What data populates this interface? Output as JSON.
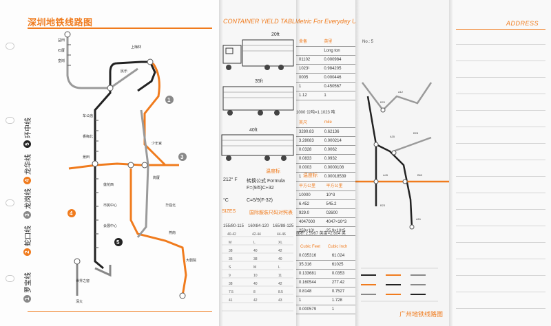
{
  "pages": {
    "metro_map": {
      "title": "深圳地铁线路图",
      "legend": [
        {
          "number": "1",
          "name": "罗宝线",
          "color": "#888888"
        },
        {
          "number": "2",
          "name": "蛇口线",
          "color": "#f07b1d"
        },
        {
          "number": "3",
          "name": "龙岗线",
          "color": "#888888"
        },
        {
          "number": "4",
          "name": "龙华线",
          "color": "#f07b1d"
        },
        {
          "number": "5",
          "name": "环中线",
          "color": "#222222"
        }
      ]
    },
    "container": {
      "title": "CONTAINER YIELD TABLE",
      "sizes": [
        "20ft",
        "35ft",
        "40ft"
      ],
      "temp_title": "温度标",
      "temp_formula_label": "转换公式 Formula",
      "temp_f": "212° F",
      "temp_c": "°C",
      "formula_1": "F=(9/5)C+32",
      "formula_2": "C=5/9(F-32)",
      "sizes_heading": "SIZES",
      "sizes_subtitle": "国际服装尺码对照表",
      "size_cols": [
        "155/80-115",
        "160/84-120",
        "165/88-125"
      ]
    },
    "conversion": {
      "title": "Metric For Everyday Use",
      "col_headers": [
        "舍备",
        "英里"
      ],
      "col_units": [
        "Long ton",
        "mile"
      ],
      "rows_top": [
        "0.000984",
        "0.984205",
        "0.000446",
        "0.450567",
        "1"
      ],
      "rows_mid": [
        "0.62136",
        "0.000214",
        "0.0062",
        "0.0932",
        "0.0000108",
        "0.00018539"
      ],
      "rows_bottom": [
        "10^3",
        "545.2",
        "02600",
        "4047×10^3",
        "25.9×10^5"
      ],
      "rows_cubic": [
        "61.024",
        "61025",
        "0.0353",
        "277.42",
        "0.7527",
        "1.728"
      ],
      "section_1": "温度标",
      "section_2": "Cubic Feet",
      "section_3": "Cubic Inch",
      "note_1": "1000 公吨=1.1023 吨",
      "note_2": "面积 2.5967 英亩=2.604 英"
    },
    "metro_detail": {
      "page_label": "No.: 5",
      "footer_title": "广州地铁线路图"
    },
    "address": {
      "title": "ADDRESS"
    }
  }
}
